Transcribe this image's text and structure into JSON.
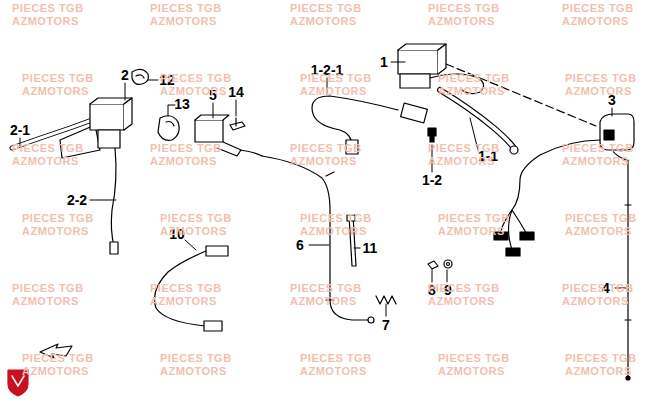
{
  "diagram": {
    "labels": [
      "1",
      "1-2-1",
      "2",
      "12",
      "5",
      "13",
      "14",
      "3",
      "2-1",
      "1-1",
      "1-2",
      "2-2",
      "10",
      "6",
      "11",
      "7",
      "8",
      "9",
      "4",
      "PIECES TGB",
      "AZMOTORS",
      "PIECES TGB",
      "AZMOTORS",
      "PIECES TGB",
      "AZMOTORS",
      "PIECES TGB",
      "AZMOTORS",
      "PIECES TGB",
      "AZMOTORS",
      "PIECES TGB",
      "AZMOTORS",
      "PIECES TGB",
      "AZMOTORS",
      "PIECES TGB",
      "AZMOTORS",
      "PIECES TGB",
      "AZMOTORS",
      "PIECES TGB",
      "AZMOTORS",
      "PIECES TGB",
      "AZMOTORS",
      "PIECES TGB",
      "AZMOTORS",
      "PIECES TGB",
      "AZMOTORS",
      "PIECES TGB",
      "AZMOTORS",
      "PIECES TGB",
      "AZMOTORS",
      "PIECES TGB",
      "AZMOTORS",
      "PIECES TGB",
      "AZMOTORS",
      "PIECES TGB",
      "AZMOTORS",
      "PIECES TGB",
      "AZMOTORS",
      "PIECES TGB",
      "AZMOTORS",
      "PIECES TGB",
      "AZMOTORS",
      "PIECES TGB",
      "AZMOTORS",
      "PIECES TGB",
      "AZMOTORS",
      "PIECES TGB",
      "AZMOTORS",
      "PIECES TGB",
      "AZMOTORS",
      "PIECES TGB",
      "AZMOTORS",
      "PIECES TGB",
      "AZMOTORS",
      "PIECES TGB",
      "AZMOTORS",
      "PIECES TGB",
      "AZMOTORS",
      "PIECES TGB",
      "AZMOTORS"
    ]
  }
}
